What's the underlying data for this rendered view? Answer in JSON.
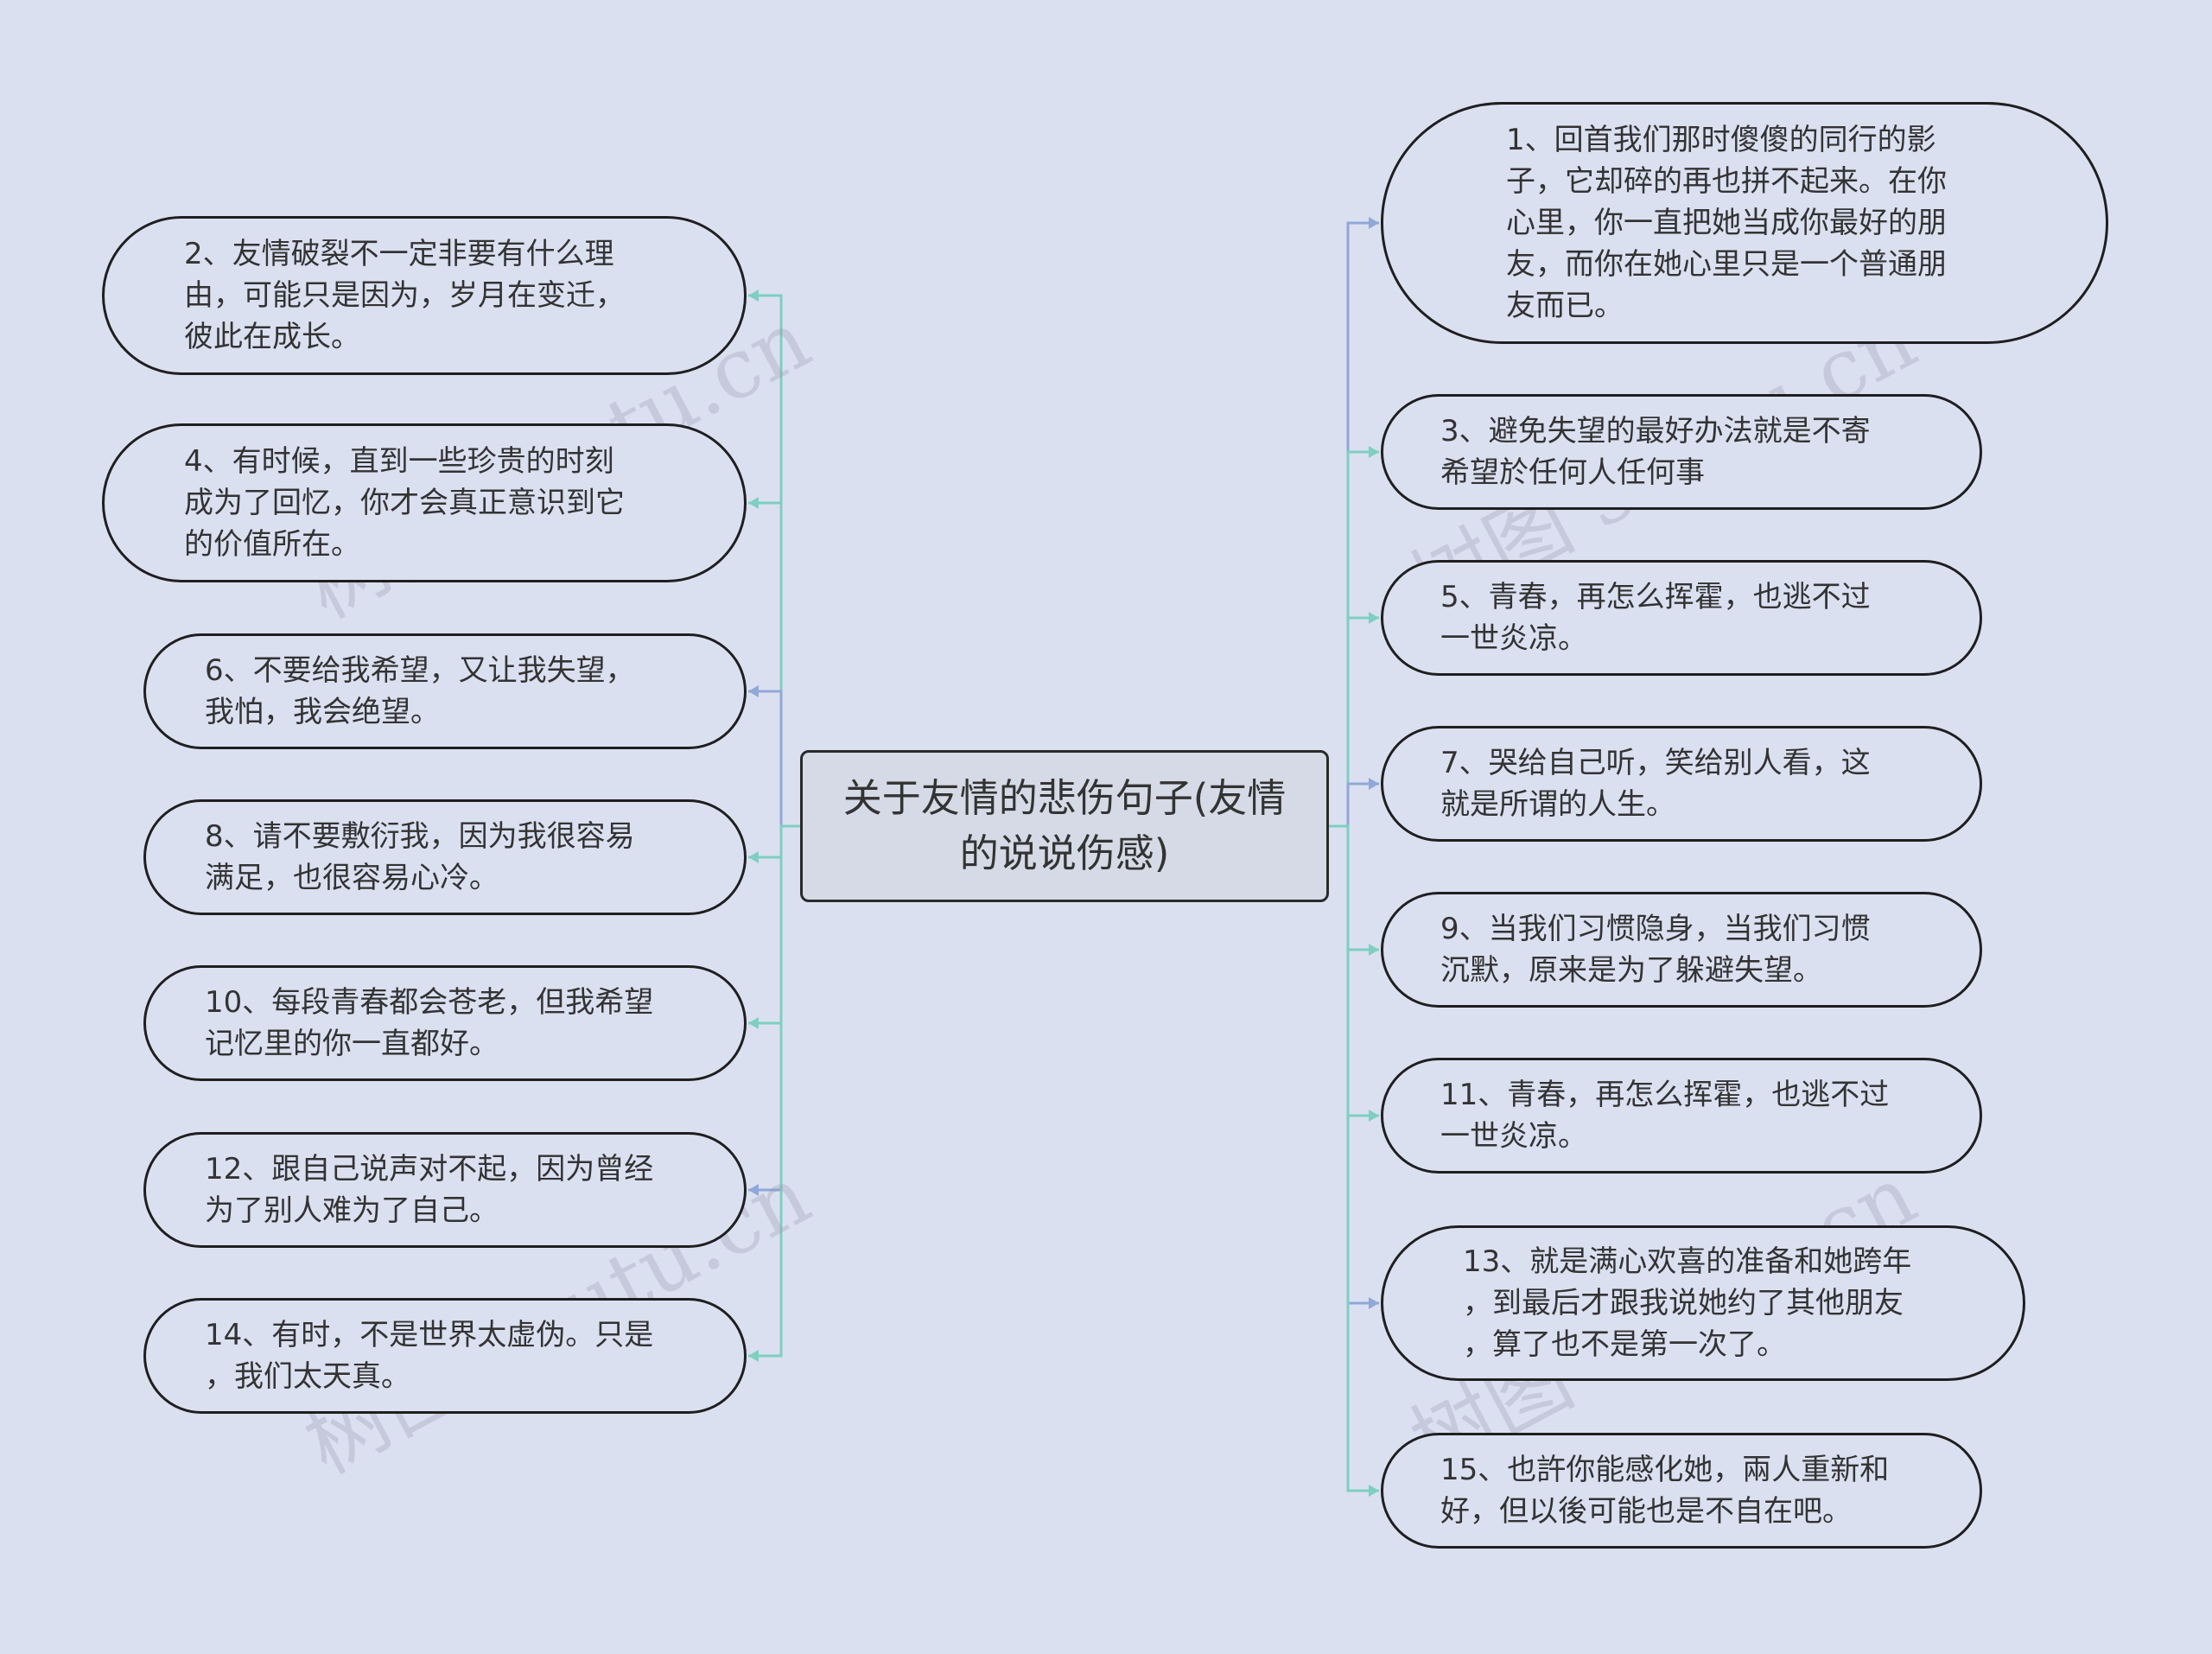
{
  "center": {
    "title": "关于友情的悲伤句子(友情\n的说说伤感)"
  },
  "nodes": [
    {
      "text": "1、回首我们那时傻傻的同行的影\n子，它却碎的再也拼不起来。在你\n心里，你一直把她当成你最好的朋\n友，而你在她心里只是一个普通朋\n友而已。"
    },
    {
      "text": "2、友情破裂不一定非要有什么理\n由，可能只是因为，岁月在变迁，\n彼此在成长。"
    },
    {
      "text": "3、避免失望的最好办法就是不寄\n希望於任何人任何事"
    },
    {
      "text": "4、有时候，直到一些珍贵的时刻\n成为了回忆，你才会真正意识到它\n的价值所在。"
    },
    {
      "text": "5、青春，再怎么挥霍，也逃不过\n一世炎凉。"
    },
    {
      "text": "6、不要给我希望，又让我失望，\n我怕，我会绝望。"
    },
    {
      "text": "7、哭给自己听，笑给别人看，这\n就是所谓的人生。"
    },
    {
      "text": "8、请不要敷衍我，因为我很容易\n满足，也很容易心冷。"
    },
    {
      "text": "9、当我们习惯隐身，当我们习惯\n沉默，原来是为了躲避失望。"
    },
    {
      "text": "10、每段青春都会苍老，但我希望\n记忆里的你一直都好。"
    },
    {
      "text": "11、青春，再怎么挥霍，也逃不过\n一世炎凉。"
    },
    {
      "text": "12、跟自己说声对不起，因为曾经\n为了别人难为了自己。"
    },
    {
      "text": "13、就是满心欢喜的准备和她跨年\n，到最后才跟我说她约了其他朋友\n，算了也不是第一次了。"
    },
    {
      "text": "14、有时，不是世界太虚伪。只是\n，我们太天真。"
    },
    {
      "text": "15、也許你能感化她，兩人重新和\n好，但以後可能也是不自在吧。"
    }
  ],
  "watermark": {
    "text": "树图 shutu.cn"
  },
  "colors": {
    "background": "#dbe0f1",
    "link_teal": "#7ecfc0",
    "link_blue": "#8fa8d8",
    "border": "#1f1f1f"
  }
}
